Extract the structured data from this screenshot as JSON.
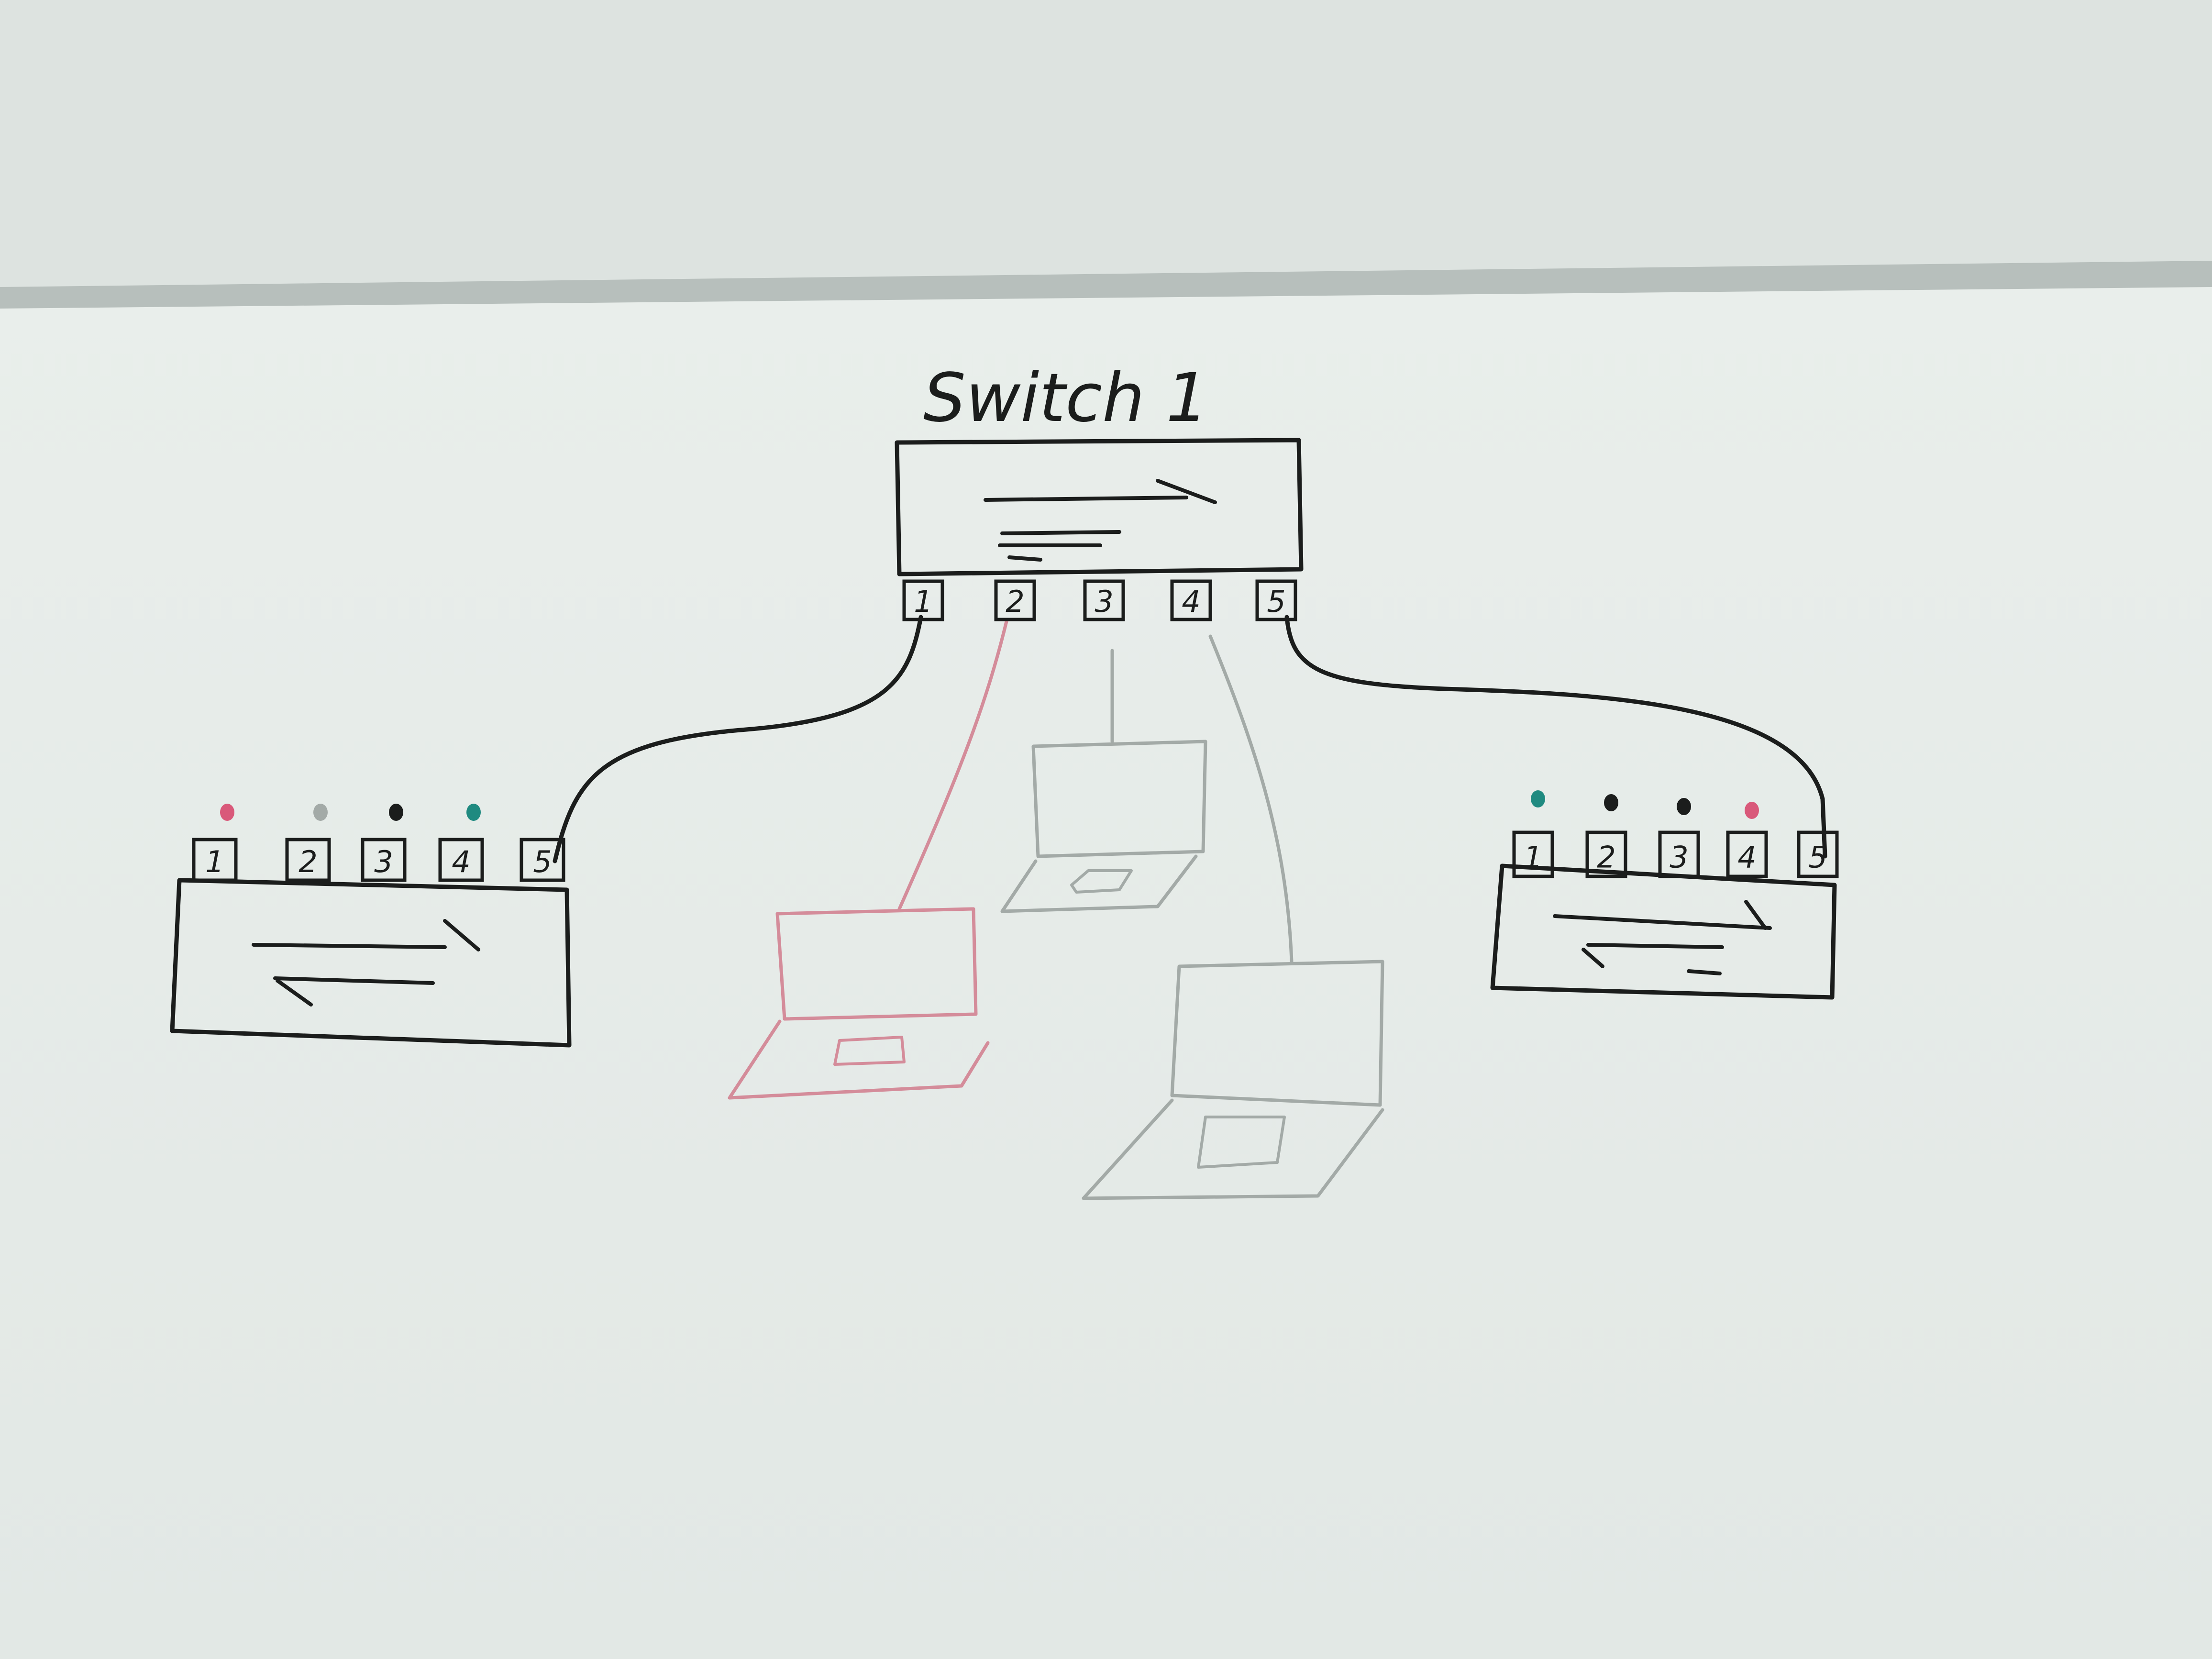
{
  "diagram": {
    "title": "Switch 1",
    "colors": {
      "black_ink": "#1b1d1c",
      "pink_ink": "#d48c9a",
      "pink_dot": "#d9597a",
      "grey_ink": "#a3aaa7",
      "teal_dot": "#1f8a80",
      "board": "#e6ebe8",
      "wall": "#dde3e0",
      "tray": "#b7bfbc"
    },
    "switch_main": {
      "ports": [
        "1",
        "2",
        "3",
        "4",
        "5"
      ]
    },
    "switch_left": {
      "ports": [
        "1",
        "2",
        "3",
        "4",
        "5"
      ],
      "dots": [
        "pink",
        "grey",
        "black",
        "teal",
        "none"
      ]
    },
    "switch_right": {
      "ports": [
        "1",
        "2",
        "3",
        "4",
        "5"
      ],
      "dots": [
        "teal",
        "black",
        "black",
        "pink",
        "none"
      ]
    },
    "connections": [
      {
        "from": "Switch 1 port 1",
        "to": "left switch port 5",
        "color": "black"
      },
      {
        "from": "Switch 1 port 2",
        "to": "laptop (pink)",
        "color": "pink"
      },
      {
        "from": "Switch 1 port 3",
        "to": "laptop (grey)",
        "color": "grey"
      },
      {
        "from": "Switch 1 port 4",
        "to": "laptop (grey)",
        "color": "grey"
      },
      {
        "from": "Switch 1 port 5",
        "to": "right switch port 5",
        "color": "black"
      }
    ]
  }
}
